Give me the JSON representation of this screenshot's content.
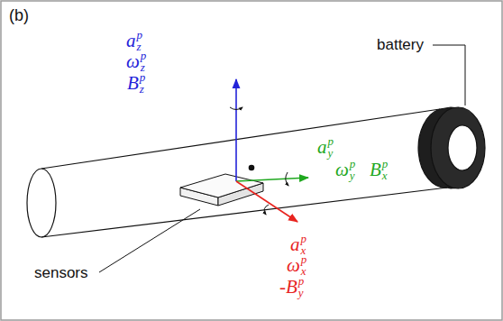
{
  "diagram": {
    "labels": [
      "(b)",
      "battery",
      "sensors",
      "a",
      "z",
      "p",
      "ω",
      "z",
      "p",
      "B",
      "z",
      "p",
      "a",
      "y",
      "p",
      "ω",
      "y",
      "p",
      "B",
      "x",
      "p",
      "a",
      "x",
      "p",
      "ω",
      "x",
      "p",
      "-B",
      "y",
      "p"
    ]
  }
}
